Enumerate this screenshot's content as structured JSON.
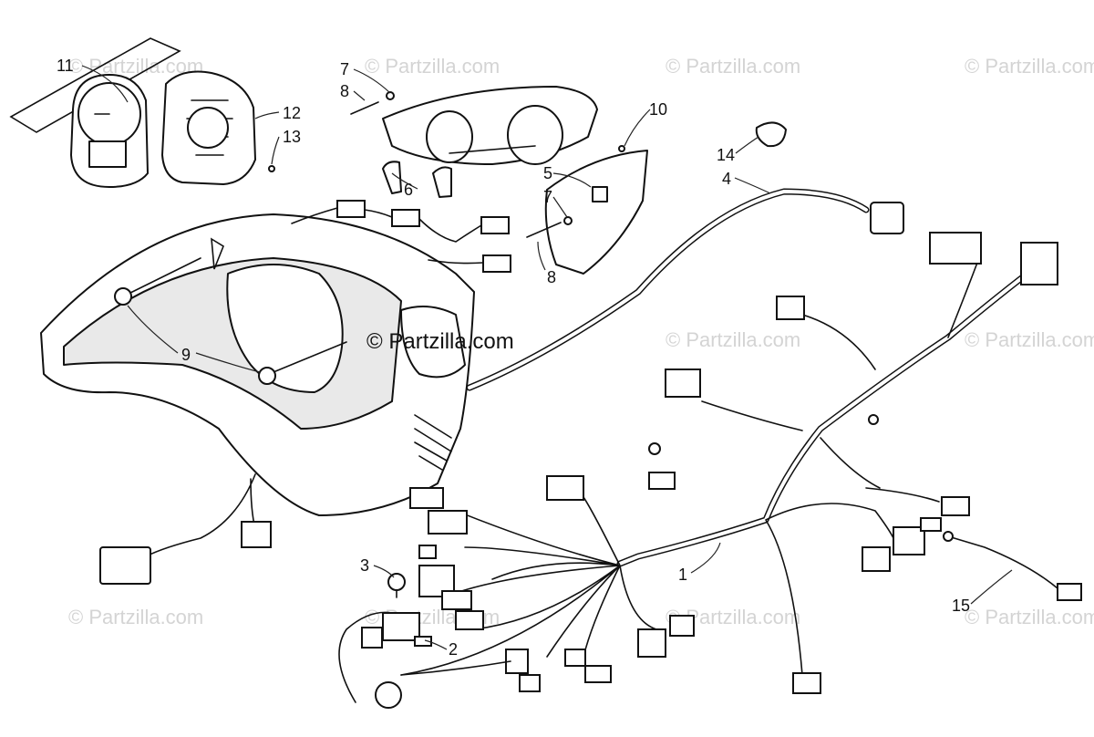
{
  "watermark": {
    "text": "© Partzilla.com",
    "center_text": "© Partzilla.com"
  },
  "callouts": {
    "c1": "1",
    "c2": "2",
    "c3": "3",
    "c4": "4",
    "c5": "5",
    "c6": "6",
    "c7a": "7",
    "c7b": "7",
    "c8a": "8",
    "c8b": "8",
    "c9": "9",
    "c10": "10",
    "c11": "11",
    "c12": "12",
    "c13": "13",
    "c14": "14",
    "c15": "15"
  },
  "colors": {
    "line": "#111111",
    "watermark": "#d4d4d4",
    "background": "#ffffff"
  }
}
